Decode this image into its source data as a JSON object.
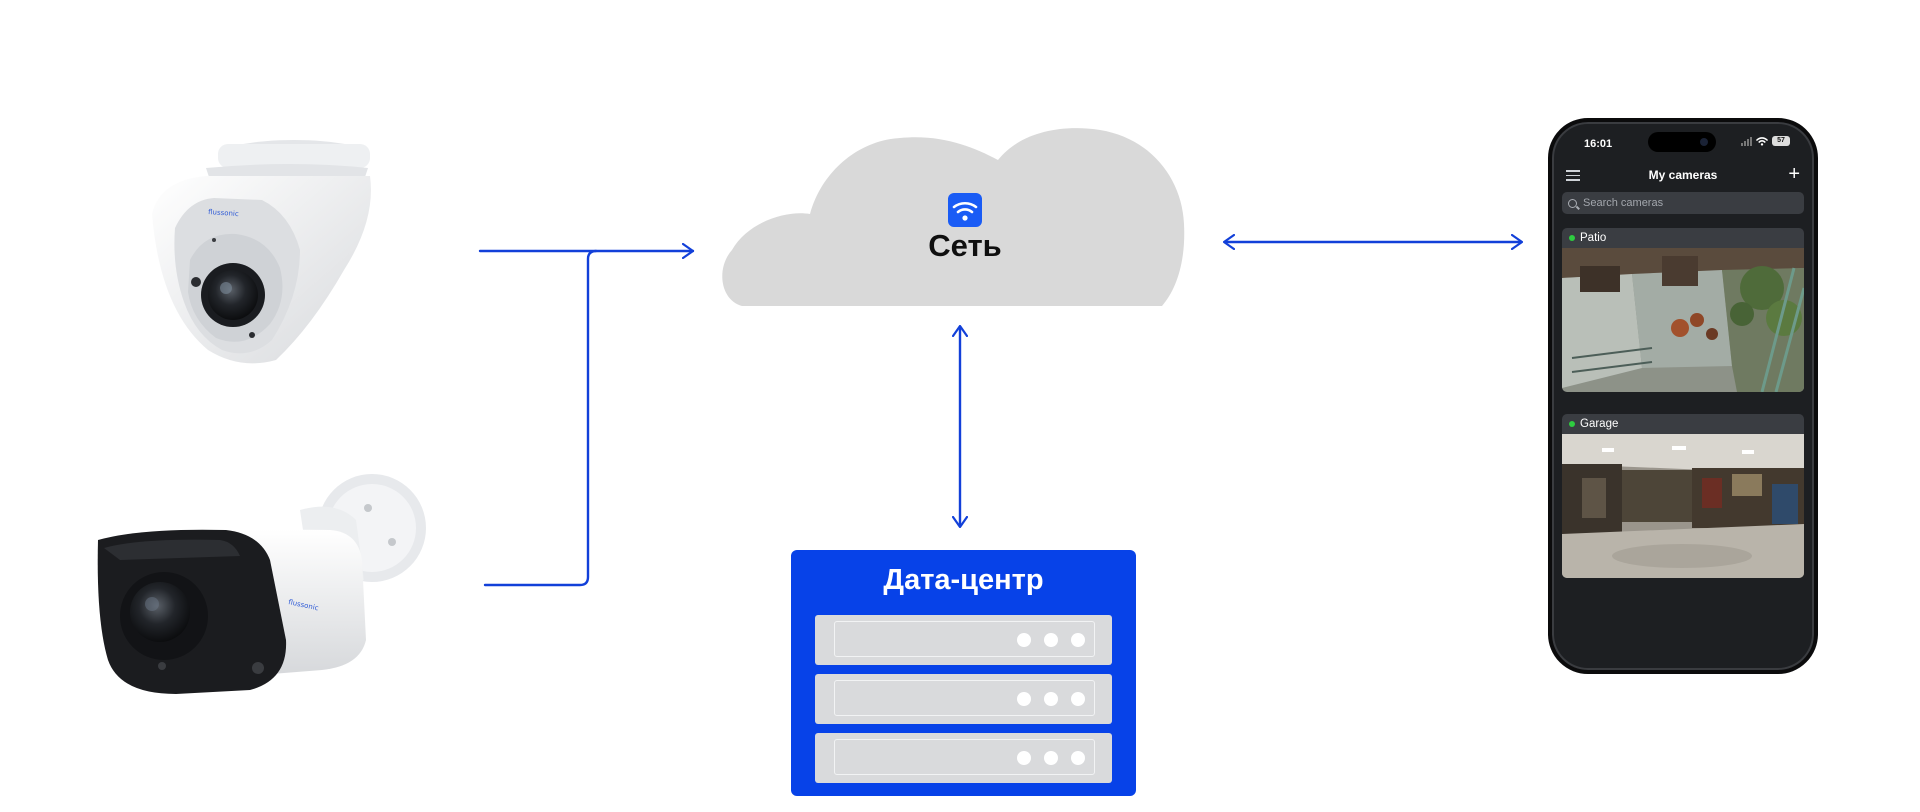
{
  "network": {
    "label": "Сеть",
    "icon": "wifi-icon",
    "cloud_color": "#d9d9d9",
    "icon_color": "#1a5cf5"
  },
  "datacenter": {
    "title": "Дата-центр",
    "color": "#0742e8",
    "racks": [
      {
        "icon": "server-rack-icon"
      },
      {
        "icon": "server-rack-icon"
      },
      {
        "icon": "server-rack-icon"
      }
    ]
  },
  "cameras": [
    {
      "kind": "dome",
      "brand": "flussonic"
    },
    {
      "kind": "bullet",
      "brand": "flussonic"
    }
  ],
  "connector_color": "#1240d9",
  "phone": {
    "status_time": "16:01",
    "battery": "57",
    "app_title": "My cameras",
    "search_placeholder": "Search cameras",
    "menu_icon": "hamburger-menu-icon",
    "add_icon": "plus-icon",
    "camera_list": [
      {
        "name": "Patio",
        "status": "online"
      },
      {
        "name": "Garage",
        "status": "online"
      }
    ]
  }
}
